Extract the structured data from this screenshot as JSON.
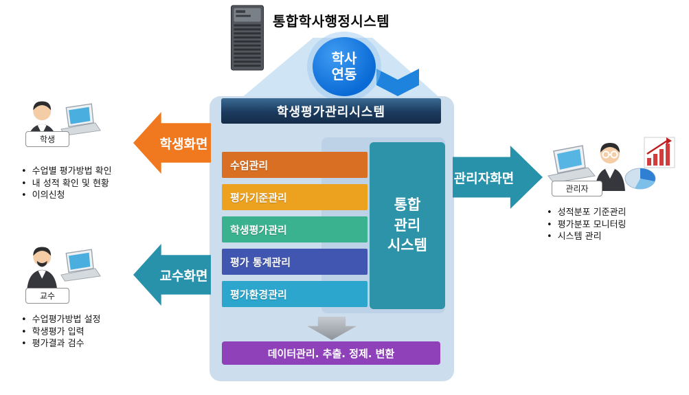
{
  "header": {
    "server_label": "통합학사행정시스템",
    "sync_circle": {
      "line1": "학사",
      "line2": "연동"
    }
  },
  "system": {
    "title": "학생평가관리시스템",
    "modules": [
      {
        "label": "수업관리",
        "color": "#d96f22"
      },
      {
        "label": "평가기준관리",
        "color": "#eda21f"
      },
      {
        "label": "학생평가관리",
        "color": "#3bb28f"
      },
      {
        "label": "평가 통계관리",
        "color": "#4156b0"
      },
      {
        "label": "평가환경관리",
        "color": "#2ca6cc"
      }
    ],
    "integration": {
      "line1": "통합",
      "line2": "관리",
      "line3": "시스템",
      "color": "#2d93a8"
    },
    "data_pipeline": {
      "label": "데이터관리. 추출. 정제. 변환",
      "color": "#8f41ba"
    }
  },
  "arrows": {
    "student_screen": {
      "label": "학생화면",
      "color": "#f0781e"
    },
    "professor_screen": {
      "label": "교수화면",
      "color": "#2892ab"
    },
    "admin_screen": {
      "label": "관리자화면",
      "color": "#2892ab"
    }
  },
  "personas": {
    "student": {
      "name": "학생",
      "tasks": [
        "수업별 평가방법 확인",
        "내 성적 확인 및 현황",
        "이의신청"
      ]
    },
    "professor": {
      "name": "교수",
      "tasks": [
        "수업평가방법 설정",
        "학생평가 입력",
        "평가결과 검수"
      ]
    },
    "admin": {
      "name": "관리자",
      "tasks": [
        "성적분포 기준관리",
        "평가분포 모니터링",
        "시스템 관리"
      ]
    }
  }
}
